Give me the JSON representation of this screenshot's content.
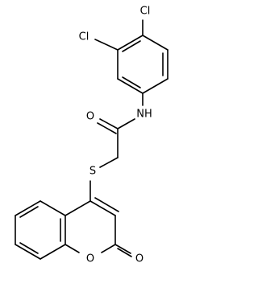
{
  "molecule": {
    "labels": {
      "cl_top": "Cl",
      "cl_left": "Cl",
      "nh": "NH",
      "o_carbonyl": "O",
      "s": "S",
      "o_ring": "O",
      "o_lactone": "O"
    },
    "colors": {
      "bond": "#000000",
      "text": "#000000",
      "background": "#ffffff"
    }
  }
}
